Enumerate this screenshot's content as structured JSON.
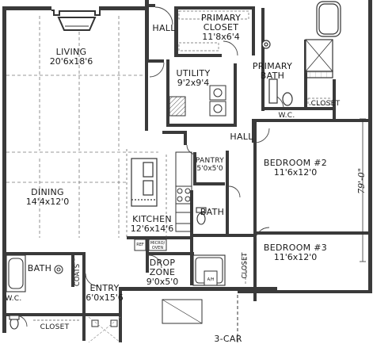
{
  "rooms": {
    "living": {
      "name": "LIVING",
      "dims": "20'6x18'6"
    },
    "primary_closet": {
      "name": "PRIMARY\nCLOSET",
      "dims": "11'8x6'4"
    },
    "primary_bath": {
      "name": "PRIMARY\nBATH"
    },
    "utility": {
      "name": "UTILITY",
      "dims": "9'2x9'4"
    },
    "hall_upper": {
      "name": "HALL"
    },
    "hall_middle": {
      "name": "HALL"
    },
    "closet_right": {
      "name": "CLOSET"
    },
    "wc_primary": {
      "name": "W.C."
    },
    "pantry": {
      "name": "PANTRY",
      "dims": "5'0x5'0"
    },
    "bedroom2": {
      "name": "BEDROOM #2",
      "dims": "11'6x12'0"
    },
    "dining": {
      "name": "DINING",
      "dims": "14'4x12'0"
    },
    "kitchen": {
      "name": "KITCHEN",
      "dims": "12'6x14'6"
    },
    "bath_center": {
      "name": "BATH"
    },
    "bedroom3": {
      "name": "BEDROOM #3",
      "dims": "11'6x12'0"
    },
    "bath_left": {
      "name": "BATH"
    },
    "coats": {
      "name": "COATS"
    },
    "drop_zone": {
      "name": "DROP\nZONE",
      "dims": "9'0x5'0"
    },
    "entry": {
      "name": "ENTRY",
      "dims": "6'0x15'6"
    },
    "closet_center": {
      "name": "CLOSET"
    },
    "wc_left": {
      "name": "W.C."
    },
    "closet_bottom": {
      "name": "CLOSET"
    },
    "garage": {
      "name": "3-CAR"
    }
  },
  "appliances": {
    "ref": "REF",
    "micro_oven": "MICRO/\nOVEN",
    "ah": "A/H"
  },
  "overall_dimension": "79'-0\""
}
